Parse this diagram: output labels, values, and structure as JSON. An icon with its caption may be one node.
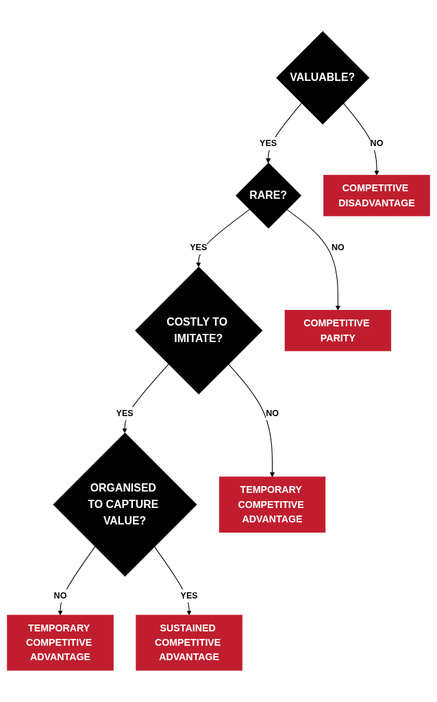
{
  "diagram": {
    "nodes": [
      {
        "text": [
          "VALUABLE?"
        ]
      },
      {
        "text": [
          "COMPETITIVE DISADVANTAGE"
        ]
      },
      {
        "text": [
          "RARE?"
        ]
      },
      {
        "text": [
          "COMPETITIVE PARITY"
        ]
      },
      {
        "text": [
          "COSTLY TO IMITATE?"
        ]
      },
      {
        "text": [
          "TEMPORARY COMPETITIVE ADVANTAGE"
        ]
      },
      {
        "text": [
          "ORGANISED TO CAPTURE VALUE?"
        ]
      },
      {
        "text": [
          "TEMPORARY COMPETITIVE ADVANTAGE"
        ]
      },
      {
        "text": [
          "SUSTAINED COMPETITIVE ADVANTAGE"
        ]
      }
    ],
    "edges": [
      {
        "from": 0,
        "to": 1,
        "arrow": "to",
        "label": "NO"
      },
      {
        "from": 0,
        "to": 2,
        "arrow": "to",
        "label": "YES"
      },
      {
        "from": 2,
        "to": 3,
        "arrow": "to",
        "label": "NO"
      },
      {
        "from": 2,
        "to": 4,
        "arrow": "to",
        "label": "YES"
      },
      {
        "from": 4,
        "to": 5,
        "arrow": "to",
        "label": "NO"
      },
      {
        "from": 4,
        "to": 6,
        "arrow": "to",
        "label": "YES"
      },
      {
        "from": 6,
        "to": 7,
        "arrow": "to",
        "label": "NO"
      },
      {
        "from": 6,
        "to": 8,
        "arrow": "to",
        "label": "YES"
      }
    ]
  }
}
